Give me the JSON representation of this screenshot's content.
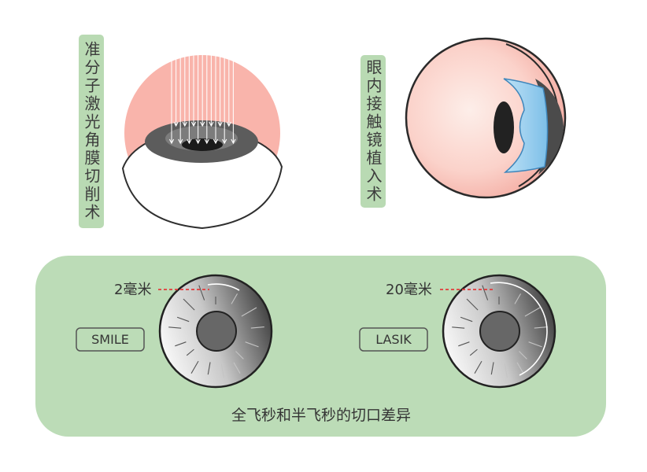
{
  "diagram": {
    "excimer_label": "准分子激光角膜切削术",
    "icl_label": "眼内接触镜植入术",
    "comparison": {
      "smile_incision": "2毫米",
      "smile_label": "SMILE",
      "lasik_incision": "20毫米",
      "lasik_label": "LASIK",
      "caption": "全飞秒和半飞秒的切口差异"
    }
  },
  "colors": {
    "label_green": "#b9dab3",
    "panel_green": "#bcdcb7",
    "laser_pink": "#f9b4ab",
    "lens_blue": "#8ec9ec",
    "incision_red": "#e23b3b"
  }
}
